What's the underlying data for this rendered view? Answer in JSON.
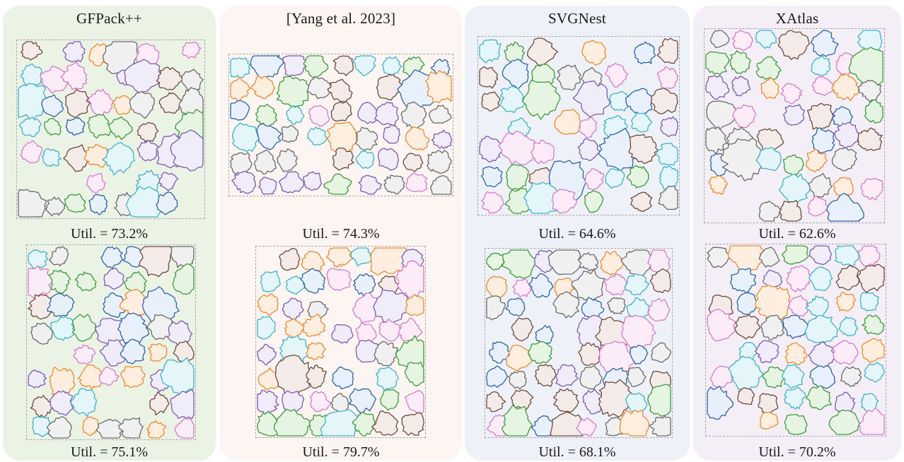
{
  "methods": [
    {
      "name": "GFPack++",
      "top_util": "Util. = 73.2%",
      "bottom_util": "Util. = 75.1%"
    },
    {
      "name": "[Yang et al. 2023]",
      "top_util": "Util. = 74.3%",
      "bottom_util": "Util. = 79.7%"
    },
    {
      "name": "SVGNest",
      "top_util": "Util. = 64.6%",
      "bottom_util": "Util. = 68.1%"
    },
    {
      "name": "XAtlas",
      "top_util": "Util. = 62.6%",
      "bottom_util": "Util. = 70.2%"
    }
  ],
  "colors": {
    "panel_backgrounds": [
      "#ebf3e5",
      "#fcf5f2",
      "#eef1f7",
      "#f4eef6"
    ],
    "piece_palette": [
      {
        "stroke": "#6b4a3e",
        "fill": "#f4ebe8"
      },
      {
        "stroke": "#7a5bb0",
        "fill": "#f1ecfa"
      },
      {
        "stroke": "#6a6a6a",
        "fill": "#f0f0f0"
      },
      {
        "stroke": "#2c62a8",
        "fill": "#e8f1fb"
      },
      {
        "stroke": "#3fb2c7",
        "fill": "#e4f6fa"
      },
      {
        "stroke": "#3d9a3a",
        "fill": "#e6f4e2"
      },
      {
        "stroke": "#ec8a2c",
        "fill": "#fdeee0"
      },
      {
        "stroke": "#d779c7",
        "fill": "#fcecf8"
      }
    ],
    "frame": "#a7a7a7"
  }
}
